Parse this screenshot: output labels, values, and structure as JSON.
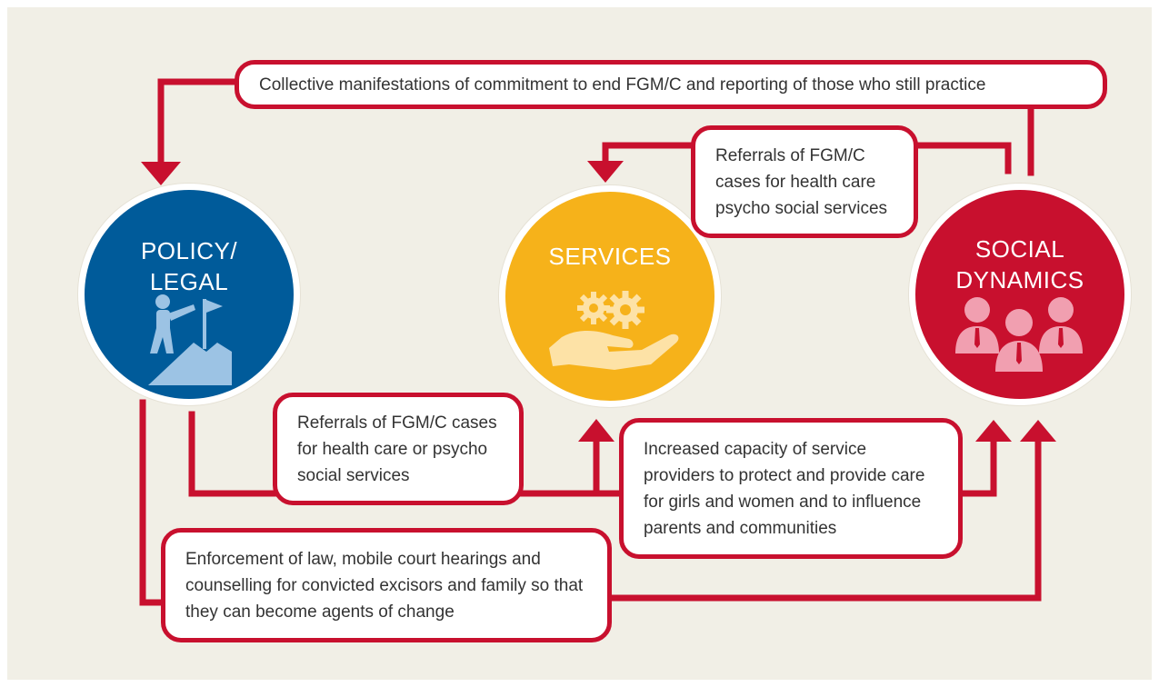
{
  "nodes": {
    "policy": {
      "line1": "POLICY/",
      "line2": "LEGAL",
      "color": "#005b9a",
      "icon": "person-climbing-to-flag-icon"
    },
    "services": {
      "line1": "SERVICES",
      "color": "#f6b21a",
      "icon": "hand-holding-gears-icon"
    },
    "social": {
      "line1": "SOCIAL",
      "line2": "DYNAMICS",
      "color": "#c8102e",
      "icon": "group-of-people-icon"
    }
  },
  "flows": {
    "top": "Collective manifestations of commitment to end FGM/C and reporting of those who still practice",
    "social_to_services": "Referrals of FGM/C cases for health care psycho social services",
    "policy_to_services": "Referrals of FGM/C cases for health care or psycho social services",
    "capacity": "Increased capacity of service providers to protect and provide care for girls and women and to influence parents and communities",
    "enforcement": "Enforcement of law, mobile court hearings and counselling for convicted excisors and family so that they can become agents of change"
  },
  "colors": {
    "arrow": "#c8102e",
    "background": "#f1efe6"
  }
}
